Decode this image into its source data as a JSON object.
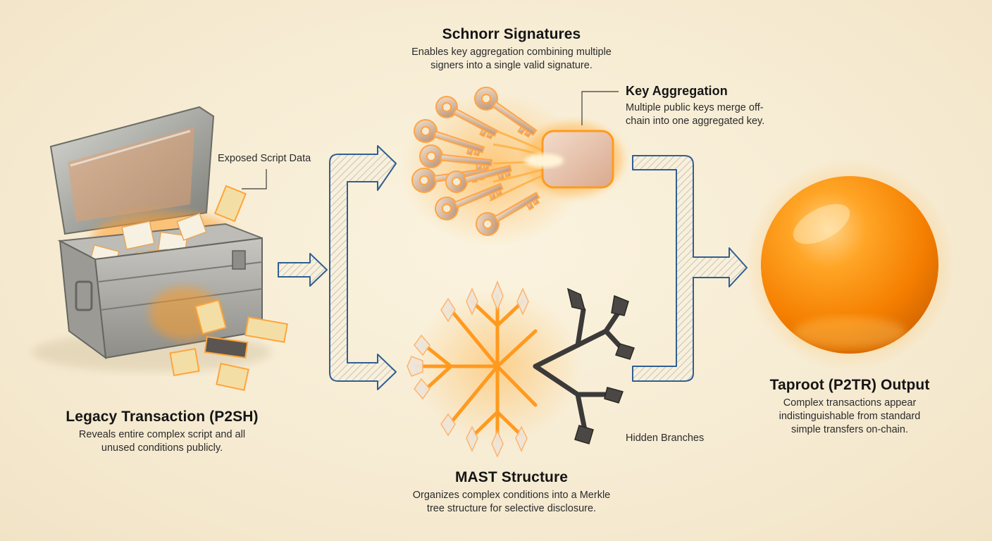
{
  "schnorr": {
    "title": "Schnorr Signatures",
    "desc_lines": [
      "Enables key aggregation combining multiple",
      "signers into a single valid signature."
    ]
  },
  "key_aggregation": {
    "title": "Key Aggregation",
    "desc_lines": [
      "Multiple public keys merge off-",
      "chain into one aggregated key."
    ]
  },
  "exposed_script": {
    "label": "Exposed Script Data"
  },
  "legacy": {
    "title": "Legacy Transaction (P2SH)",
    "desc_lines": [
      "Reveals entire complex script and all",
      "unused conditions publicly."
    ]
  },
  "mast": {
    "title": "MAST Structure",
    "desc_lines": [
      "Organizes complex conditions into a Merkle",
      "tree structure for selective disclosure."
    ]
  },
  "hidden_branches": {
    "label": "Hidden Branches"
  },
  "taproot": {
    "title": "Taproot (P2TR) Output",
    "desc_lines": [
      "Complex transactions appear",
      "indistinguishable from standard",
      "simple transfers on-chain."
    ]
  },
  "colors": {
    "arrow_stroke": "#2f5f93",
    "arrow_hatch": "#b9b6a4",
    "glow": "#ff9a1f",
    "orb": "#ff8a00",
    "metal": "#a7a7a3"
  }
}
